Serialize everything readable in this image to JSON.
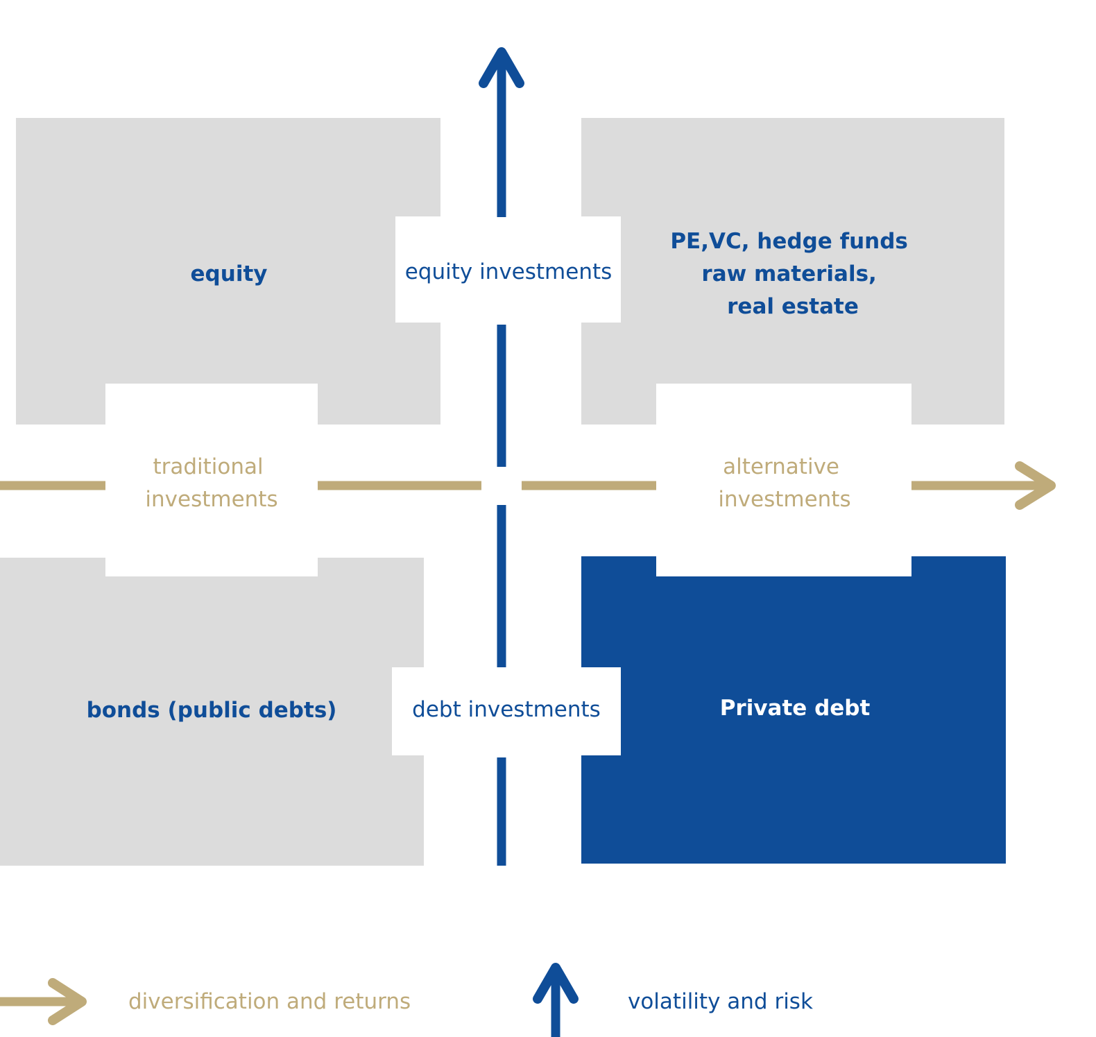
{
  "colors": {
    "blue": "#0f4d98",
    "gold": "#bfab7a",
    "grey": "#dcdcdc",
    "white": "#ffffff"
  },
  "quadrants": {
    "top_left": {
      "lines": [
        "equity"
      ]
    },
    "top_right": {
      "lines": [
        "PE,VC, hedge funds",
        "raw materials,",
        "real estate"
      ]
    },
    "bottom_left": {
      "lines": [
        "bonds (public debts)"
      ]
    },
    "bottom_right": {
      "lines": [
        "Private debt"
      ]
    }
  },
  "vertical_axis": {
    "top_label": "equity investments",
    "bottom_label": "debt investments"
  },
  "horizontal_axis": {
    "left_label": [
      "traditional",
      "investments"
    ],
    "right_label": [
      "alternative",
      "investments"
    ]
  },
  "legend": {
    "horizontal": {
      "icon": "gold-right-arrow-icon",
      "label": "diversification and returns"
    },
    "vertical": {
      "icon": "blue-up-arrow-icon",
      "label": "volatility and risk"
    }
  }
}
